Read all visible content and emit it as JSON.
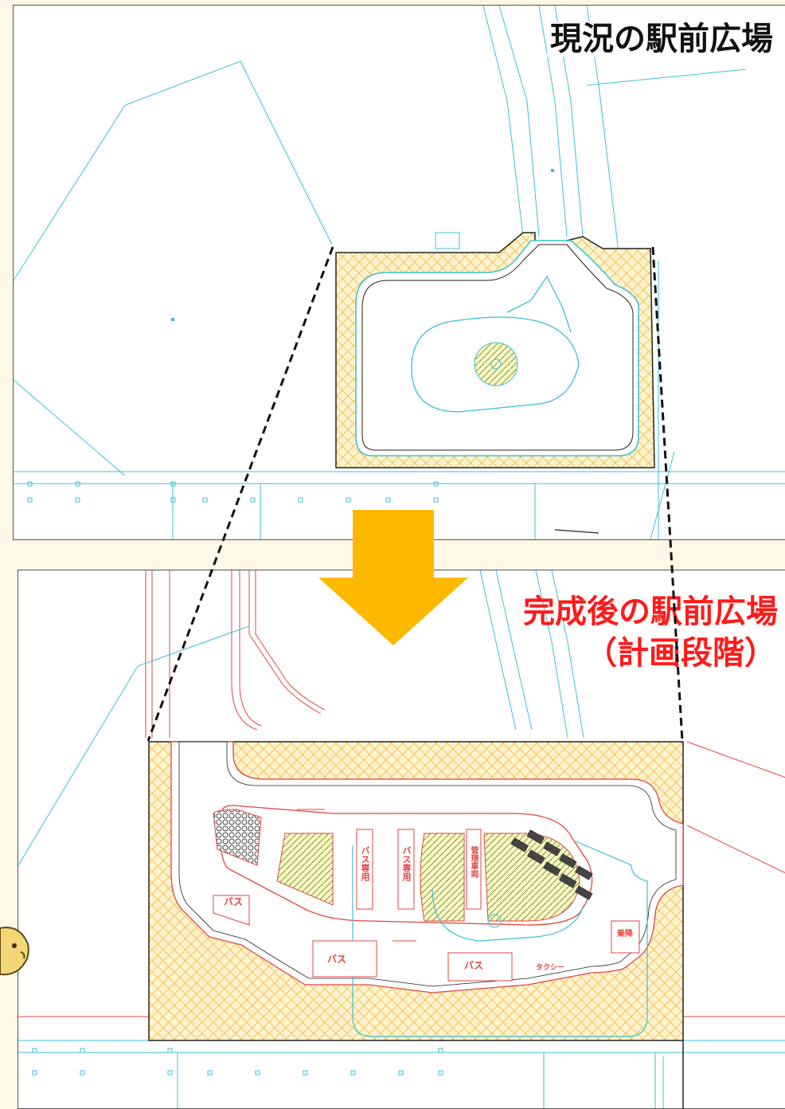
{
  "labels": {
    "current_plaza": "現況の駅前広場",
    "planned_plaza": "完成後の駅前広場",
    "planned_stage": "（計画段階）"
  },
  "colors": {
    "background": "#fff8e6",
    "arrow": "#fcb900",
    "planned_text": "#ff1a1a",
    "cyan_lines": "#39c1d6",
    "red_lines": "#e2443f",
    "hatch_yellow": "#f0c35c",
    "hatch_green": "#6fa032"
  },
  "markings": {
    "bus": "バス",
    "bus_only": "バス専用",
    "management": "管理車両",
    "taxi": "タクシー",
    "misc": "乗降"
  }
}
